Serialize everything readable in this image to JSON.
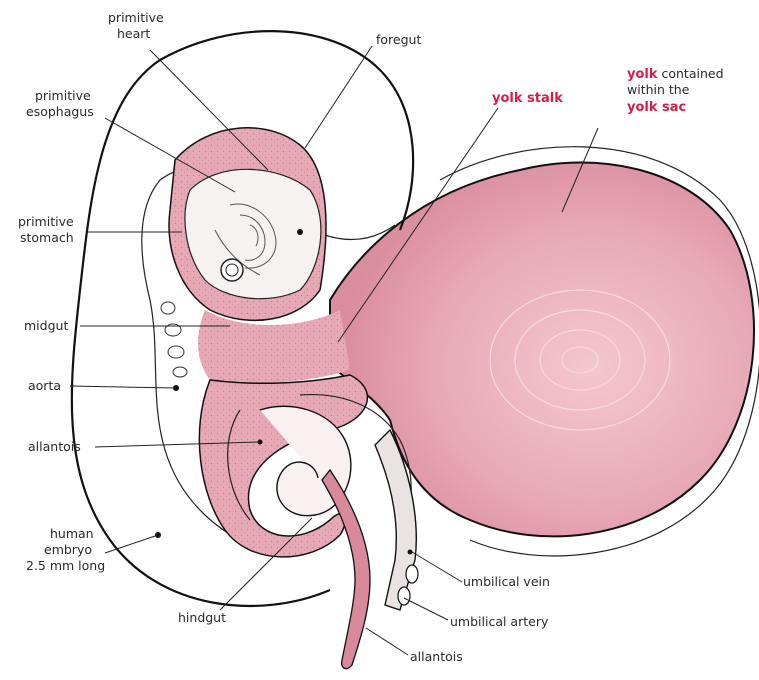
{
  "colors": {
    "tissue": "#e8a9b7",
    "tissue_dark": "#c97b8e",
    "highlight": "#d2204a",
    "line": "#1a1a1a"
  },
  "labels": {
    "primitive_heart": [
      "primitive",
      "heart"
    ],
    "foregut": "foregut",
    "primitive_esophagus": [
      "primitive",
      "esophagus"
    ],
    "primitive_stomach": [
      "primitive",
      "stomach"
    ],
    "midgut": "midgut",
    "aorta": "aorta",
    "allantois_left": "allantois",
    "human_embryo": [
      "human",
      "embryo",
      "2.5 mm long"
    ],
    "hindgut": "hindgut",
    "yolk_stalk": "yolk stalk",
    "yolk_sac_lines": {
      "line1_red": "yolk",
      "line1_rest": " contained",
      "line2": "within the",
      "line3_red": "yolk sac"
    },
    "umbilical_vein": "umbilical vein",
    "umbilical_artery": "umbilical artery",
    "allantois_bottom": "allantois"
  }
}
